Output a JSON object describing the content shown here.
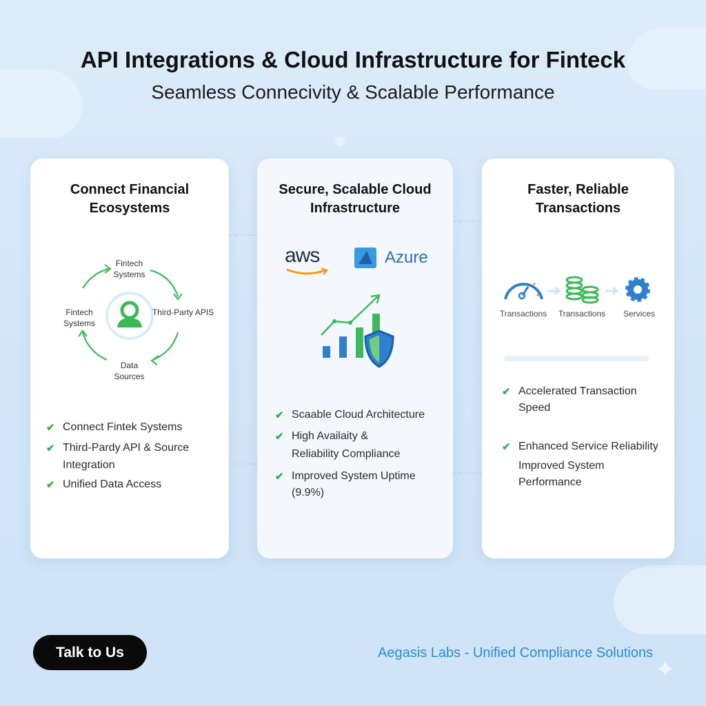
{
  "header": {
    "title": "API Integrations & Cloud Infrastructure for Finteck",
    "subtitle": "Seamless Connecivity & Scalable Performance"
  },
  "cards": [
    {
      "title_line1": "Connect Financial",
      "title_line2": "Ecosystems",
      "diagram": {
        "top": [
          "Fintech",
          "Systems"
        ],
        "left": [
          "Fintech",
          "Systems"
        ],
        "right": "Third-Party APIS",
        "bottom": [
          "Data",
          "Sources"
        ]
      },
      "bullets": [
        "Connect Fintek Systems",
        "Third-Pardy API & Source",
        "Integration",
        "Unified Data Access"
      ]
    },
    {
      "title_line1": "Secure, Scalable Cloud",
      "title_line2": "Infrastructure",
      "logos": {
        "aws": "aws",
        "azure": "Azure"
      },
      "bullets": [
        "Scaable Cloud Architecture",
        "High Availaity &",
        "Reliability Compliance",
        "Improved System Uptime",
        "(9.9%)"
      ]
    },
    {
      "title_line1": "Faster, Reliable",
      "title_line2": "Transactions",
      "flow": [
        "Transactions",
        "Transactions",
        "Services"
      ],
      "bullets": [
        "Accelerated Transaction",
        "Speed",
        "Enhanced Service Reliability",
        "Improved System",
        "Performance"
      ]
    }
  ],
  "cta": {
    "label": "Talk to Us"
  },
  "footer": {
    "text": "Aegasis Labs - Unified Compliance Solutions"
  },
  "colors": {
    "green": "#2eae4f",
    "blue": "#2f7fd0",
    "orange": "#f29a1f",
    "dark": "#0a0a0a"
  }
}
